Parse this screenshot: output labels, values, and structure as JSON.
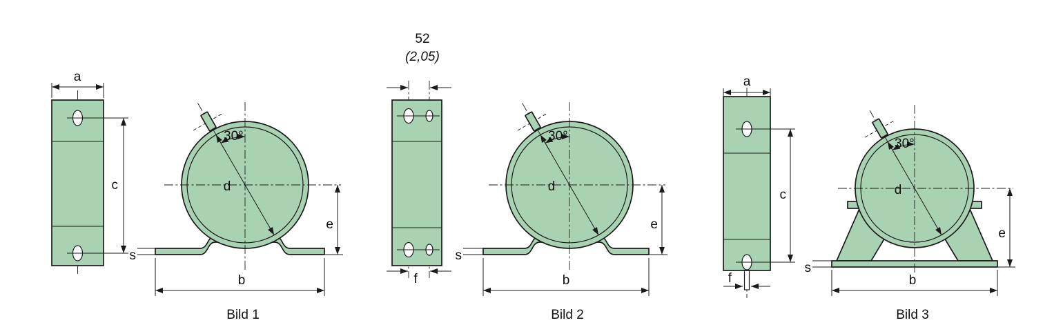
{
  "drawing": {
    "background": "#ffffff",
    "part_fill": "#a9d2b3",
    "line_color": "#1a1a1a"
  },
  "figures": [
    {
      "caption": "Bild 1",
      "labels": {
        "a": "a",
        "c": "c",
        "d": "d",
        "e": "e",
        "b": "b",
        "s": "s",
        "angle": "30°"
      }
    },
    {
      "caption": "Bild 2",
      "labels": {
        "spacing": "52",
        "spacing_tolerance": "(2,05)",
        "f": "f",
        "d": "d",
        "e": "e",
        "b": "b",
        "s": "s",
        "angle": "30°"
      }
    },
    {
      "caption": "Bild 3",
      "labels": {
        "a": "a",
        "c": "c",
        "f": "f",
        "d": "d",
        "e": "e",
        "b": "b",
        "s": "s",
        "angle": "30°"
      }
    }
  ]
}
